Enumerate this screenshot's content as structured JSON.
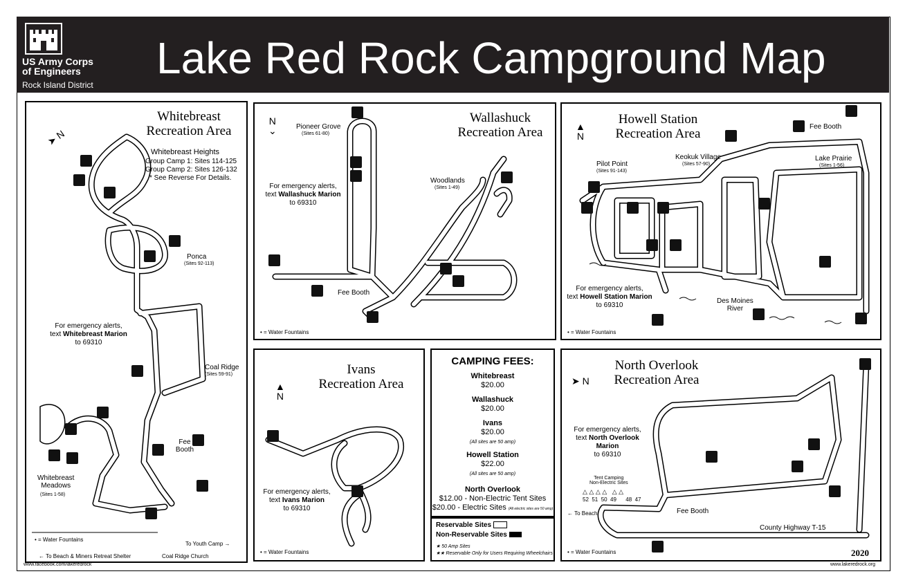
{
  "header": {
    "org_line1": "US Army Corps",
    "org_line2": "of Engineers",
    "district": "Rock Island District",
    "title": "Lake Red Rock Campground Map"
  },
  "whitebreast": {
    "title_line1": "Whitebreast",
    "title_line2": "Recreation Area",
    "heights": "Whitebreast  Heights",
    "group1": "Group Camp 1: Sites 114-125",
    "group2": "Group Camp 2: Sites 126-132",
    "reverse": "* See Reverse For Details.",
    "ponca": "Ponca",
    "ponca_sites": "(Sites 92-113)",
    "alert1": "For emergency alerts,",
    "alert2_pre": "text ",
    "alert2_bold": "Whitebreast Marion",
    "alert3": "to 69310",
    "coal_ridge": "Coal Ridge",
    "coal_ridge_sites": "(Sites 59-91)",
    "fee_booth": "Fee Booth",
    "meadows1": "Whitebreast",
    "meadows2": "Meadows",
    "meadows_sites": "(Sites 1-58)",
    "fountains": "• = Water Fountains",
    "youth": "To Youth Camp →",
    "beach": "← To Beach & Miners Retreat Shelter",
    "church": "Coal Ridge Church"
  },
  "wallashuck": {
    "title_line1": "Wallashuck",
    "title_line2": "Recreation Area",
    "pioneer": "Pioneer Grove",
    "pioneer_sites": "(Sites 61-80)",
    "woodlands": "Woodlands",
    "woodlands_sites": "(Sites 1-49)",
    "alert1": "For emergency alerts,",
    "alert2_pre": "text ",
    "alert2_bold": "Wallashuck Marion",
    "alert3": "to 69310",
    "fee_booth": "Fee Booth",
    "fountains": "• = Water Fountains",
    "north": "N"
  },
  "howell": {
    "title_line1": "Howell Station",
    "title_line2": "Recreation Area",
    "fee_booth": "Fee Booth",
    "keokuk": "Keokuk Village",
    "keokuk_sites": "(Sites 57-90)",
    "pilot": "Pilot Point",
    "pilot_sites": "(Sites 91-143)",
    "prairie": "Lake Prairie",
    "prairie_sites": "(Sites 1-56)",
    "alert1": "For emergency alerts,",
    "alert2_pre": "text ",
    "alert2_bold": "Howell Station Marion",
    "alert3": "to 69310",
    "river1": "Des Moines",
    "river2": "River",
    "fountains": "• = Water Fountains",
    "north": "N"
  },
  "ivans": {
    "title_line1": "Ivans",
    "title_line2": "Recreation Area",
    "alert1": "For emergency alerts,",
    "alert2_pre": "text ",
    "alert2_bold": "Ivans Marion",
    "alert3": "to 69310",
    "fountains": "• = Water Fountains",
    "north": "N"
  },
  "fees": {
    "title": "CAMPING FEES:",
    "items": [
      {
        "name": "Whitebreast",
        "price": "$20.00",
        "note": ""
      },
      {
        "name": "Wallashuck",
        "price": "$20.00",
        "note": ""
      },
      {
        "name": "Ivans",
        "price": "$20.00",
        "note": "(All sites are 50 amp)"
      },
      {
        "name": "Howell Station",
        "price": "$22.00",
        "note": "(All sites are 50 amp)"
      }
    ],
    "north_overlook": "North Overlook",
    "no_tent": "$12.00 - Non-Electric Tent Sites",
    "no_elec": "$20.00 - Electric Sites",
    "no_elec_note": "(All electric sites are 50 amp)",
    "reservable": "Reservable Sites",
    "non_reservable": "Non-Reservable Sites",
    "amp50": "★ 50 Amp Sites",
    "wheelchair": "★★ Reservable Only for Users Requiring Wheelchairs"
  },
  "north_overlook": {
    "title_line1": "North Overlook",
    "title_line2": "Recreation Area",
    "alert1": "For emergency alerts,",
    "alert2_pre": "text ",
    "alert2_bold": "North Overlook Marion",
    "alert3": "to 69310",
    "tent1": "Tent Camping",
    "tent2": "Non-Electric Sites",
    "tent_sites": "52  51  50  49      48  47",
    "to_beach": "← To Beach",
    "fee_booth": "Fee Booth",
    "highway": "County Highway T-15",
    "fountains": "• = Water Fountains",
    "north": "N",
    "year": "2020"
  },
  "footer": {
    "facebook": "www.facebook.com/lakeredrock",
    "website": "www.lakeredrock.org"
  }
}
